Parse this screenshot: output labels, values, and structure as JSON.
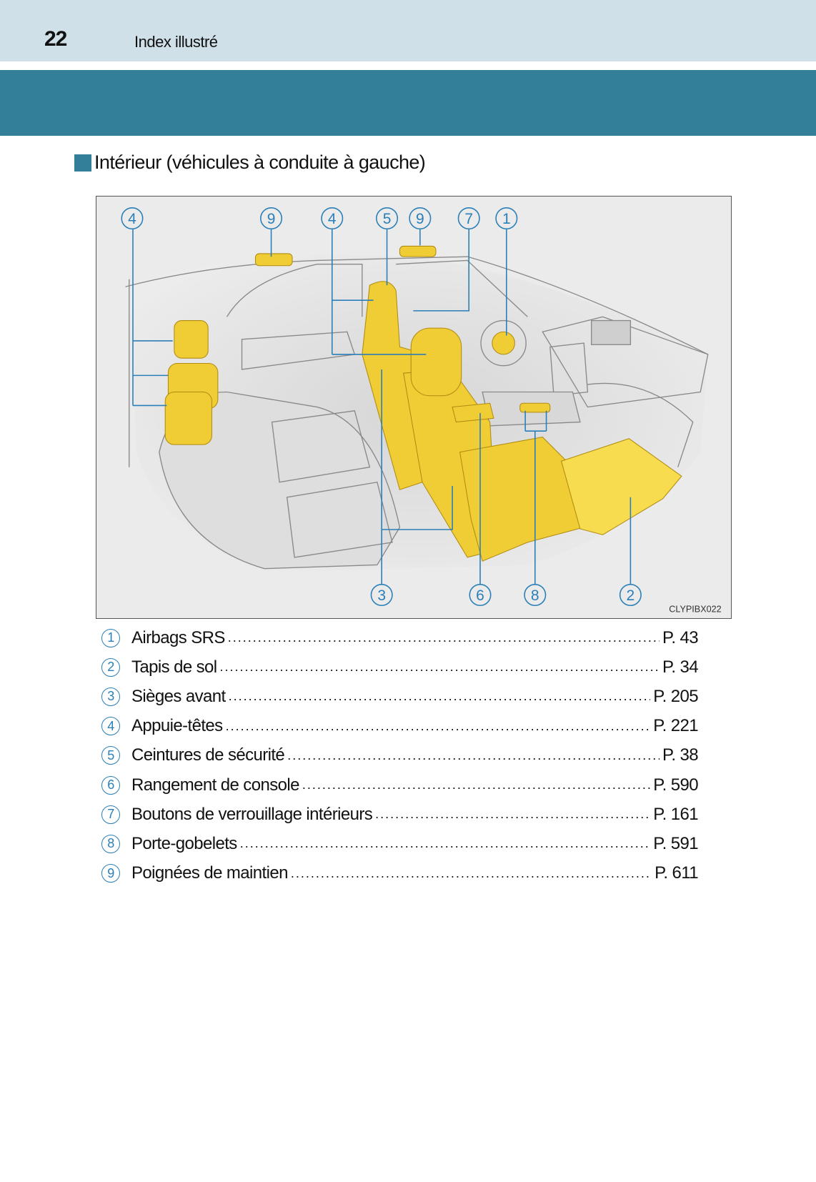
{
  "header": {
    "page_number": "22",
    "section_title": "Index illustré"
  },
  "heading": "Intérieur (véhicules à conduite à gauche)",
  "figure": {
    "code": "CLYPIBX022",
    "callouts_top": [
      "4",
      "9",
      "4",
      "5",
      "9",
      "7",
      "1"
    ],
    "callouts_bottom": [
      "3",
      "6",
      "8",
      "2"
    ]
  },
  "items": [
    {
      "num": "1",
      "label": "Airbags SRS",
      "page": "P. 43"
    },
    {
      "num": "2",
      "label": "Tapis de sol",
      "page": "P. 34"
    },
    {
      "num": "3",
      "label": "Sièges avant",
      "page": "P. 205"
    },
    {
      "num": "4",
      "label": "Appuie-têtes",
      "page": "P. 221"
    },
    {
      "num": "5",
      "label": "Ceintures de sécurité",
      "page": "P. 38"
    },
    {
      "num": "6",
      "label": "Rangement de console",
      "page": "P. 590"
    },
    {
      "num": "7",
      "label": "Boutons de verrouillage intérieurs",
      "page": "P. 161"
    },
    {
      "num": "8",
      "label": "Porte-gobelets",
      "page": "P. 591"
    },
    {
      "num": "9",
      "label": "Poignées de maintien",
      "page": "P. 611"
    }
  ],
  "colors": {
    "teal": "#337f99",
    "light_band": "#cfe0e8",
    "callout_blue": "#2a7fb8",
    "highlight_yellow": "#f2d13a"
  }
}
